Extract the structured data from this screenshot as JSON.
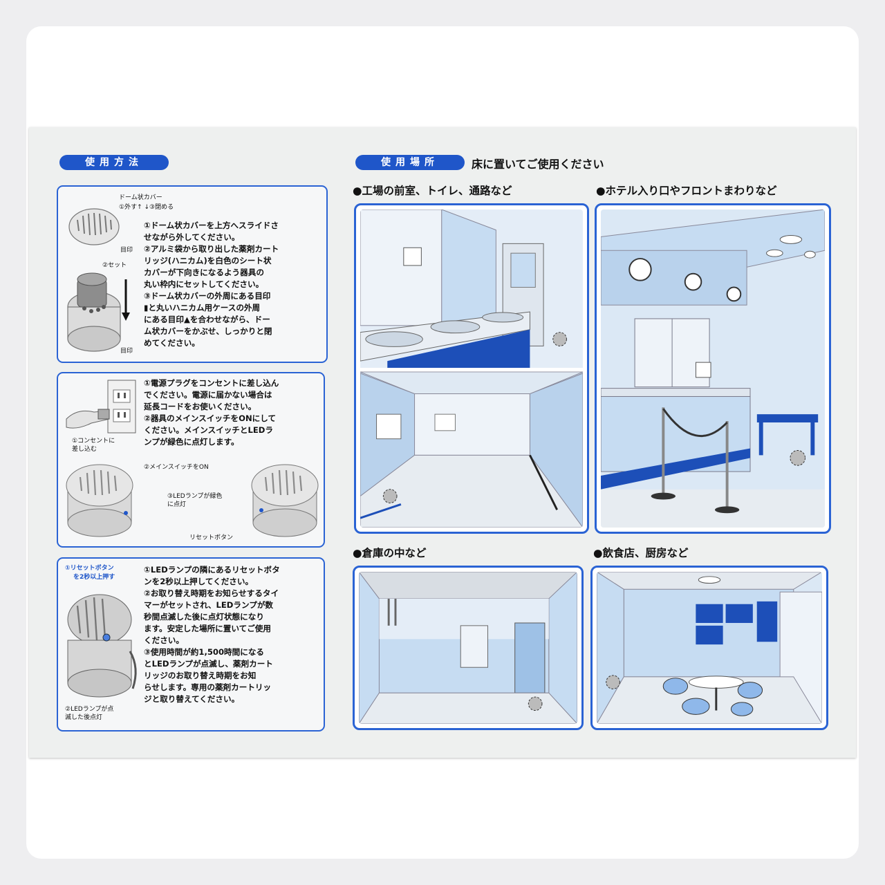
{
  "usage": {
    "heading": "使用方法",
    "step1": {
      "fig_label_title": "ドーム状カバー",
      "fig_label_sub": "①外す↑ ↓③閉める",
      "fig_mark_top": "目印",
      "fig_set": "②セット",
      "fig_mark_bottom": "目印",
      "lines": [
        "①ドーム状カバーを上方へスライドさ",
        "せながら外してください。",
        "②アルミ袋から取り出した薬剤カート",
        "リッジ(ハニカム)を白色のシート状",
        "カバーが下向きになるよう器具の",
        "丸い枠内にセットしてください。",
        "③ドーム状カバーの外周にある目印",
        "▮と丸いハニカム用ケースの外周",
        "にある目印▲を合わせながら、ドー",
        "ム状カバーをかぶせ、しっかりと閉",
        "めてください。"
      ]
    },
    "step2": {
      "fig_outlet": "①コンセントに\n差し込む",
      "fig_switch": "②メインスイッチをON",
      "fig_led": "③LEDランプが緑色\nに点灯",
      "fig_reset": "リセットボタン",
      "lines": [
        "①電源プラグをコンセントに差し込ん",
        "でください。電源に届かない場合は",
        "延長コードをお使いください。",
        "②器具のメインスイッチをONにして",
        "ください。メインスイッチとLEDラ",
        "ンプが緑色に点灯します。"
      ],
      "green_word": "緑色"
    },
    "step3": {
      "fig_reset_title": "①リセットボタン",
      "fig_reset_sub": "を2秒以上押す",
      "fig_led_blink": "②LEDランプが点\n滅した後点灯",
      "lines": [
        "①LEDランプの隣にあるリセットボタ",
        "ンを2秒以上押してください。",
        "②お取り替え時期をお知らせするタイ",
        "マーがセットされ、LEDランプが数",
        "秒間点滅した後に点灯状態になり",
        "ます。安定した場所に置いてご使用",
        "ください。",
        "③使用時間が約1,500時間になる",
        "とLEDランプが点滅し、薬剤カート",
        "リッジのお取り替え時期をお知",
        "らせします。専用の薬剤カートリッ",
        "ジと取り替えてください。"
      ]
    }
  },
  "places": {
    "heading": "使用場所",
    "note": "床に置いてご使用ください",
    "scenes": [
      {
        "title": "●工場の前室、トイレ、通路など"
      },
      {
        "title": "●ホテル入り口やフロントまわりなど"
      },
      {
        "title": "●倉庫の中など"
      },
      {
        "title": "●飲食店、厨房など"
      }
    ]
  },
  "colors": {
    "accent_blue": "#1f56c9",
    "board": "#eef0ef",
    "scene_light_blue": "#c6dcf2",
    "scene_dark_blue": "#1d4fb8"
  },
  "icons": [
    "device-dome-icon",
    "wall-outlet-icon",
    "arrow-down-icon"
  ]
}
